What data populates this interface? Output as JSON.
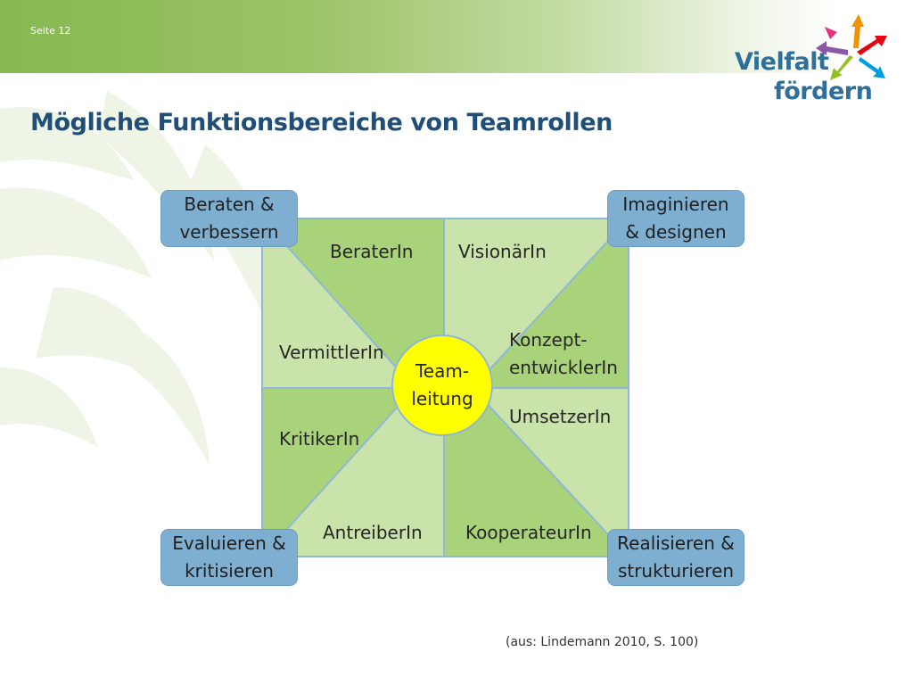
{
  "slide": {
    "page_number": "Seite 12",
    "title": "Mögliche Funktionsbereiche von Teamrollen",
    "citation": "(aus: Lindemann 2010, S. 100)"
  },
  "logo": {
    "line1": "Vielfalt",
    "line2": "fördern",
    "arrow_colors": [
      "#e5317f",
      "#f39200",
      "#e30613",
      "#8b58a3",
      "#93c01f",
      "#009ee0"
    ]
  },
  "diagram": {
    "center": {
      "line1": "Team-",
      "line2": "leitung",
      "color": "#ffff00"
    },
    "segments": [
      {
        "label": "BeraterIn"
      },
      {
        "label": "VisionärIn"
      },
      {
        "label": "Konzept-entwicklerIn"
      },
      {
        "label": "UmsetzerIn"
      },
      {
        "label": "KooperateurIn"
      },
      {
        "label": "AntreiberIn"
      },
      {
        "label": "KritikerIn"
      },
      {
        "label": "VermittlerIn"
      }
    ],
    "corners": {
      "top_left": {
        "line1": "Beraten &",
        "line2": "verbessern"
      },
      "top_right": {
        "line1": "Imaginieren",
        "line2": "& designen"
      },
      "bottom_left": {
        "line1": "Evaluieren &",
        "line2": "kritisieren"
      },
      "bottom_right": {
        "line1": "Realisieren &",
        "line2": "strukturieren"
      }
    },
    "colors": {
      "segment_dark": "#a9d37a",
      "segment_light": "#cae3ab",
      "corner_box": "#7eafd1",
      "grid_line": "#8fb7d6"
    }
  }
}
